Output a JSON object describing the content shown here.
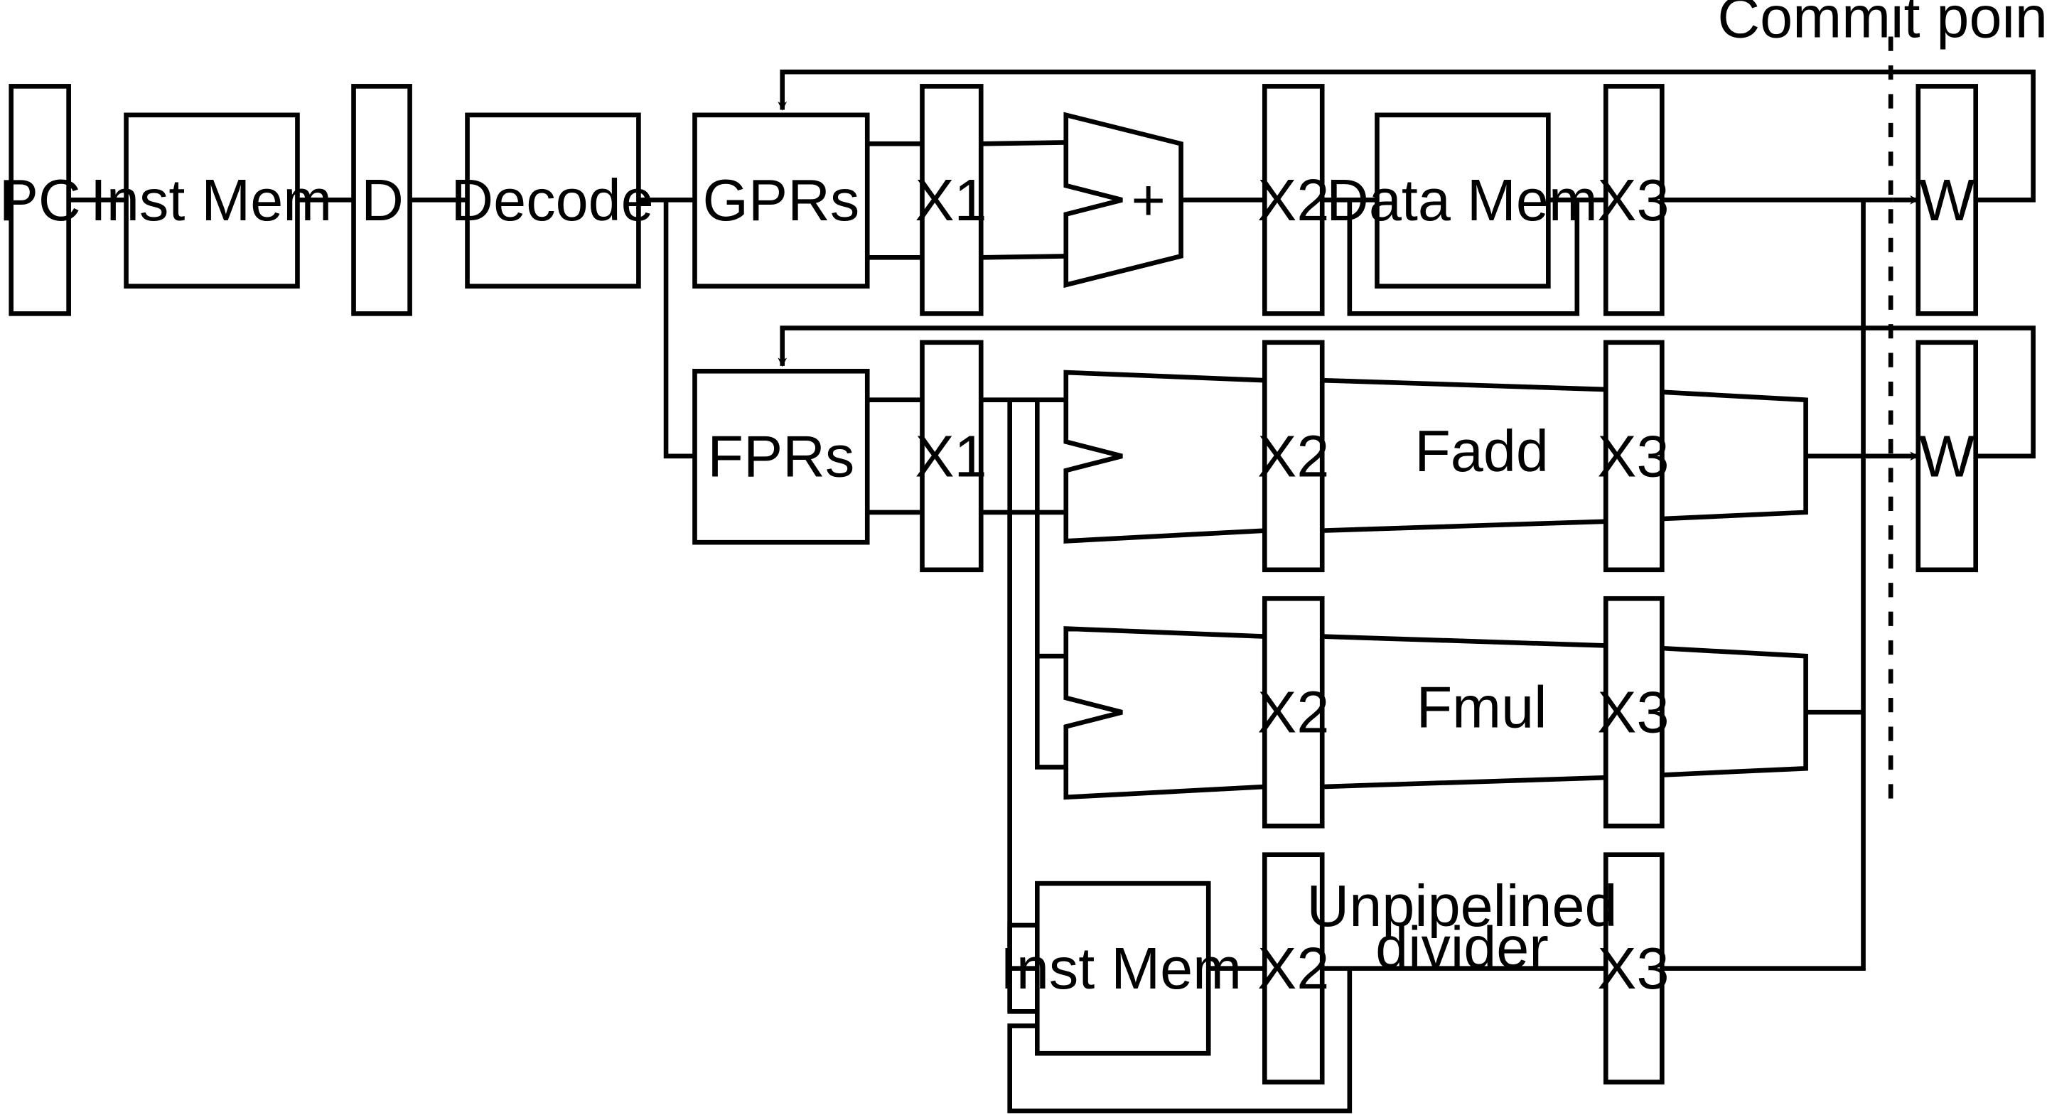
{
  "diagram": {
    "labels": {
      "pc": "PC",
      "inst_mem": "Inst Mem",
      "d": "D",
      "decode": "Decode",
      "gprs": "GPRs",
      "fprs": "FPRs",
      "x1": "X1",
      "x2": "X2",
      "x3": "X3",
      "w": "W",
      "adder": "+",
      "data_mem": "Data Mem",
      "fadd": "Fadd",
      "fmul": "Fmul",
      "divider_line1": "Unpipelined",
      "divider_line2": "divider",
      "div_unit": "Inst Mem",
      "commit_point": "Commit point"
    }
  }
}
